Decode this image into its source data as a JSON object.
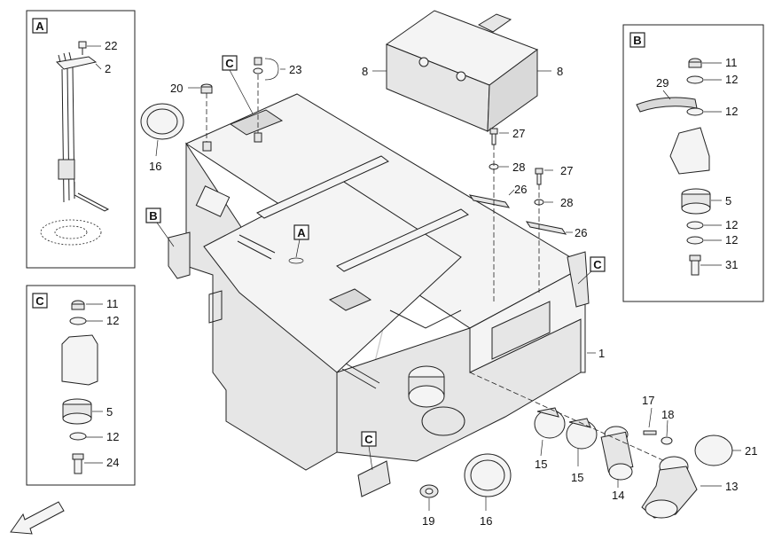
{
  "tags": {
    "a": "A",
    "b": "B",
    "c": "C"
  },
  "callouts": {
    "n1": "1",
    "n2": "2",
    "n5": "5",
    "n8": "8",
    "n11": "11",
    "n12": "12",
    "n13": "13",
    "n14": "14",
    "n15": "15",
    "n16": "16",
    "n17": "17",
    "n18": "18",
    "n19": "19",
    "n20": "20",
    "n21": "21",
    "n22": "22",
    "n23": "23",
    "n24": "24",
    "n26": "26",
    "n27": "27",
    "n28": "28",
    "n29": "29",
    "n31": "31"
  }
}
